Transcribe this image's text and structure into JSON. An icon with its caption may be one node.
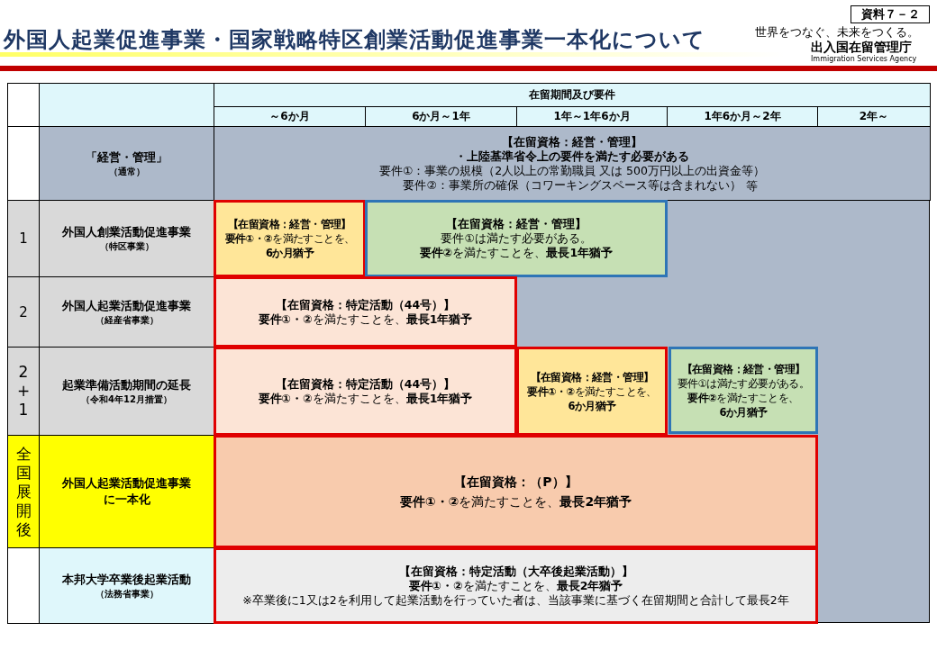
{
  "diagram": {
    "title": "外国人起業促進事業・国家戦略特区創業活動促進事業**一本化について**",
    "nodes": [
      {
        "text": [
          "【在留資格：経営・管理】",
          "・上陸基準省令上の要件を満たす必要がある",
          "要件①：事業の規模（2人以上の常勤職員 又は 500万円以上の出資金等）",
          "要件②：事業所の確保（コワーキングスペース等は含まれない）",
          "等"
        ]
      },
      {
        "text": [
          "【在留資格：経営・管理】",
          "**要件①・②**を満たすことを、",
          "**6か月猶予**"
        ]
      },
      {
        "text": [
          "【在留資格：経営・管理】",
          "要件①は満たす必要がある。",
          "**要件②**を満たすことを、**最長1年猶予**"
        ]
      },
      {
        "text": [
          "【在留資格：特定活動（44号）】",
          "**要件①・②**を満たすことを、**最長1年猶予**"
        ]
      },
      {
        "text": [
          "【在留資格：特定活動（44号）】",
          "**要件①・②**を満たすことを、**最長1年猶予**"
        ]
      },
      {
        "text": [
          "【在留資格：経営・管理】",
          "**要件①・②**を満たすことを、",
          "**6か月猶予**"
        ]
      },
      {
        "text": [
          "【在留資格：経営・管理】",
          "要件①は満たす必要がある。",
          "**要件②**を満たすことを、",
          "**6か月猶予**"
        ]
      },
      {
        "text": [
          "【在留資格：（P）】",
          "**要件①・②**を満たすことを、**最長2年猶予**"
        ]
      },
      {
        "text": [
          "【在留資格：特定活動（大卒後起業活動）】",
          "**要件①・②**を満たすことを、**最長2年猶予**",
          "※卒業後に1又は2を利用して起業活動を行っていた者は、当該事業に基づく在留期間と合計して最長2年"
        ]
      }
    ],
    "labels": [
      "資料７－２",
      "世界をつなぐ、未来をつくる。",
      "出入国在留管理庁",
      "Immigration Services Agency",
      "在留期間及び要件",
      "～6か月",
      "6か月～1年",
      "1年～1年6か月",
      "1年6か月～2年",
      "2年～",
      "「経営・管理」",
      "（通常）",
      "1",
      "外国人創業活動促進事業",
      "（特区事業）",
      "2",
      "外国人起業活動促進事業",
      "（経産省事業）",
      "2+1",
      "起業準備活動期間の延長",
      "（令和4年12月措置）",
      "全国展開後",
      "外国人起業活動促進事業に一本化",
      "本邦大学卒業後起業活動",
      "（法務省事業）"
    ]
  }
}
